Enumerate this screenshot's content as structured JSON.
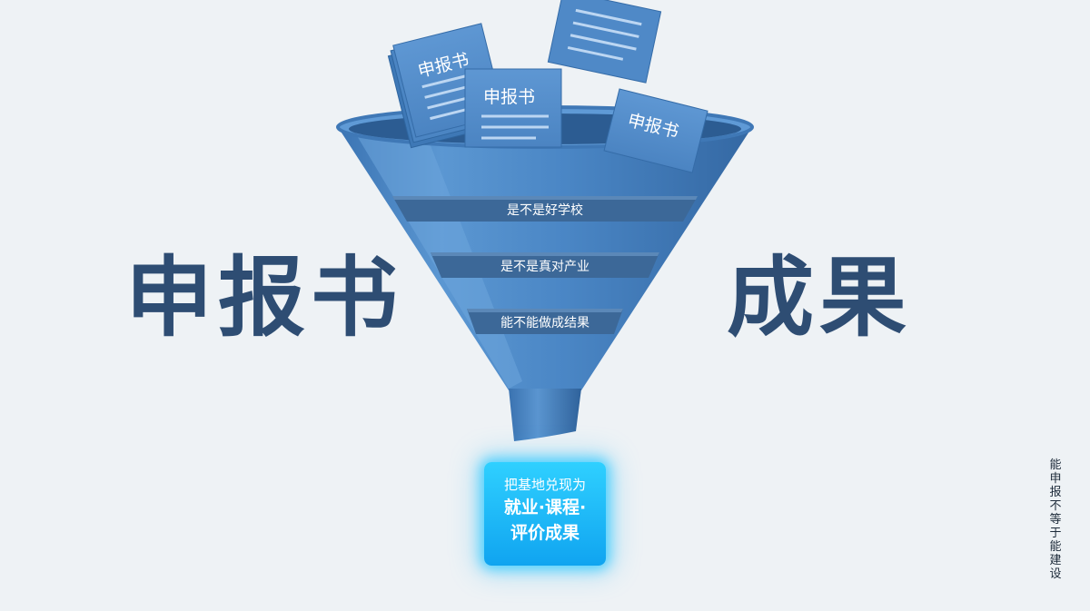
{
  "left_title": "申报书",
  "right_title": "成果",
  "documents": [
    {
      "label": "申报书"
    },
    {
      "label": "申报书"
    },
    {
      "label": "申报书"
    }
  ],
  "filters": [
    {
      "label": "是不是好学校"
    },
    {
      "label": "是不是真对产业"
    },
    {
      "label": "能不能做成结果"
    }
  ],
  "output": {
    "line1": "把基地兑现为",
    "line2": "就业·课程·",
    "line3": "评价成果"
  },
  "side_note": "能申报不等于能建设",
  "colors": {
    "funnel": "#4a86c5",
    "band": "#3d6a9c",
    "title": "#2e4d73",
    "output": "#1ab4f5"
  }
}
